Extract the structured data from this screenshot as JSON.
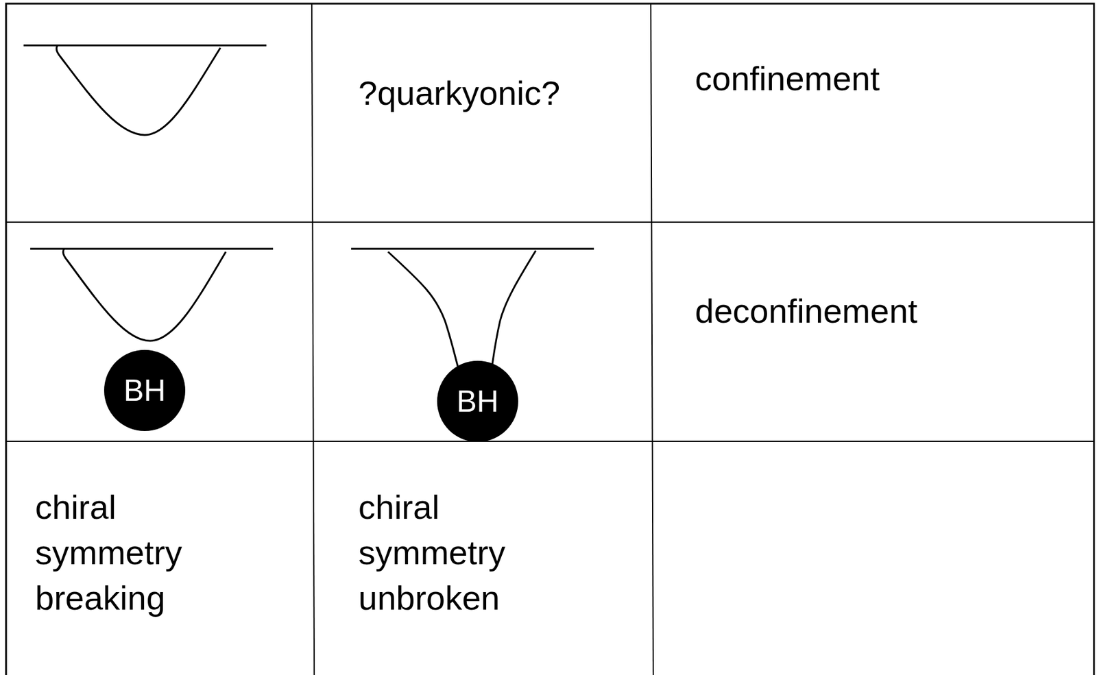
{
  "diagram": {
    "nodes": [
      {
        "text": [
          "BH"
        ]
      },
      {
        "text": [
          "BH"
        ]
      }
    ],
    "labels": [
      "?quarkyonic?",
      "confinement",
      "deconfinement",
      "chiral symmetry breaking",
      "chiral symmetry unbroken"
    ]
  }
}
